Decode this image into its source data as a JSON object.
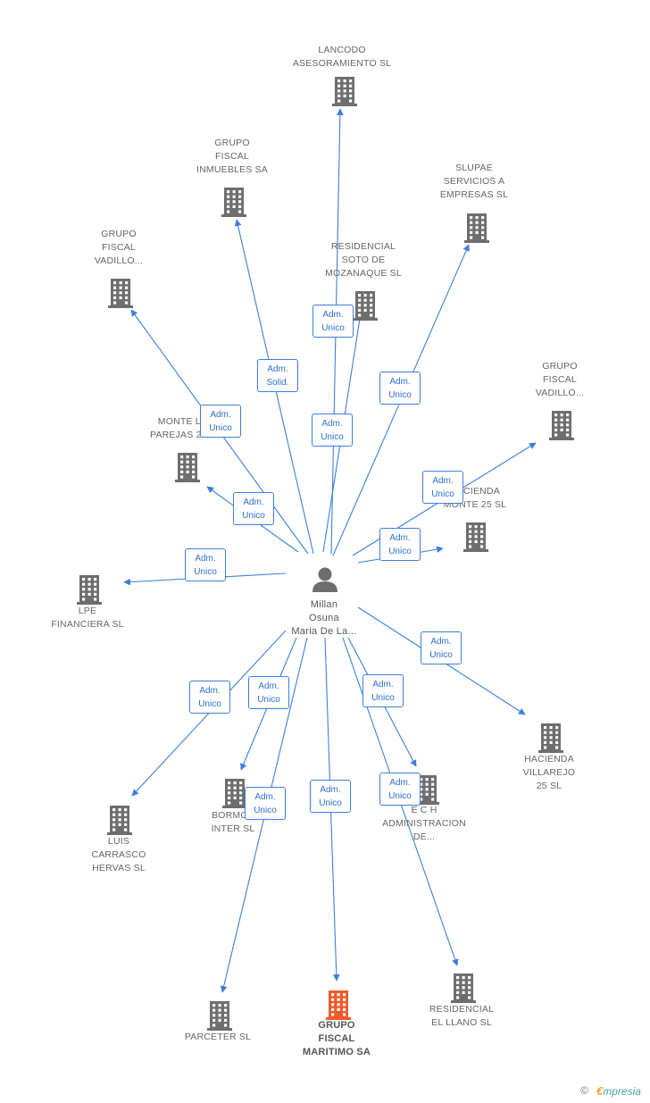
{
  "center": {
    "label": "Millan\nOsuna\nMaria De La..."
  },
  "nodes": [
    {
      "id": "lancodo",
      "label": "LANCODO\nASESORAMIENTO SL"
    },
    {
      "id": "gf-inmuebles",
      "label": "GRUPO\nFISCAL\nINMUEBLES SA"
    },
    {
      "id": "slupae",
      "label": "SLUPAE\nSERVICIOS A\nEMPRESAS SL"
    },
    {
      "id": "gf-vadillo-1",
      "label": "GRUPO\nFISCAL\nVADILLO..."
    },
    {
      "id": "residencial-soto",
      "label": "RESIDENCIAL\nSOTO DE\nMOZANAQUE SL"
    },
    {
      "id": "gf-vadillo-2",
      "label": "GRUPO\nFISCAL\nVADILLO..."
    },
    {
      "id": "monte-lasparejas",
      "label": "MONTE LAS\nPAREJAS 25 SL"
    },
    {
      "id": "hacienda-monte",
      "label": "HACIENDA\nMONTE 25 SL"
    },
    {
      "id": "lpe",
      "label": "LPE\nFINANCIERA SL"
    },
    {
      "id": "hacienda-villarejo",
      "label": "HACIENDA\nVILLAREJO\n25 SL"
    },
    {
      "id": "luis-carrasco",
      "label": "LUIS\nCARRASCO\nHERVAS SL"
    },
    {
      "id": "bormo",
      "label": "BORMOS\nINTER SL"
    },
    {
      "id": "ech",
      "label": "E C H\nADMINISTRACION\nDE..."
    },
    {
      "id": "parceter",
      "label": "PARCETER SL"
    },
    {
      "id": "gf-maritimo",
      "label": "GRUPO\nFISCAL\nMARITIMO SA",
      "highlight": true
    },
    {
      "id": "residencial-llano",
      "label": "RESIDENCIAL\nEL LLANO SL"
    }
  ],
  "edges": [
    {
      "to": "lancodo",
      "label": "Adm.\nUnico"
    },
    {
      "to": "gf-inmuebles",
      "label": "Adm.\nSolid."
    },
    {
      "to": "slupae",
      "label": "Adm.\nUnico"
    },
    {
      "to": "gf-vadillo-1",
      "label": "Adm.\nUnico"
    },
    {
      "to": "residencial-soto",
      "label": "Adm.\nUnico"
    },
    {
      "to": "gf-vadillo-2",
      "label": "Adm.\nUnico"
    },
    {
      "to": "monte-lasparejas",
      "label": "Adm.\nUnico"
    },
    {
      "to": "hacienda-monte",
      "label": "Adm.\nUnico"
    },
    {
      "to": "lpe",
      "label": "Adm.\nUnico"
    },
    {
      "to": "hacienda-villarejo",
      "label": "Adm.\nUnico"
    },
    {
      "to": "luis-carrasco",
      "label": "Adm.\nUnico"
    },
    {
      "to": "bormo",
      "label": "Adm.\nUnico"
    },
    {
      "to": "ech",
      "label": "Adm.\nUnico"
    },
    {
      "to": "parceter",
      "label": "Adm.\nUnico"
    },
    {
      "to": "gf-maritimo",
      "label": "Adm.\nUnico"
    },
    {
      "to": "residencial-llano",
      "label": "Adm.\nUnico"
    }
  ],
  "footer": {
    "copyright": "©",
    "brand_initial": "€",
    "brand_rest": "mpresia"
  },
  "colors": {
    "edge": "#3c7fdc",
    "building": "#6e6e6e",
    "highlight": "#f05a28"
  }
}
